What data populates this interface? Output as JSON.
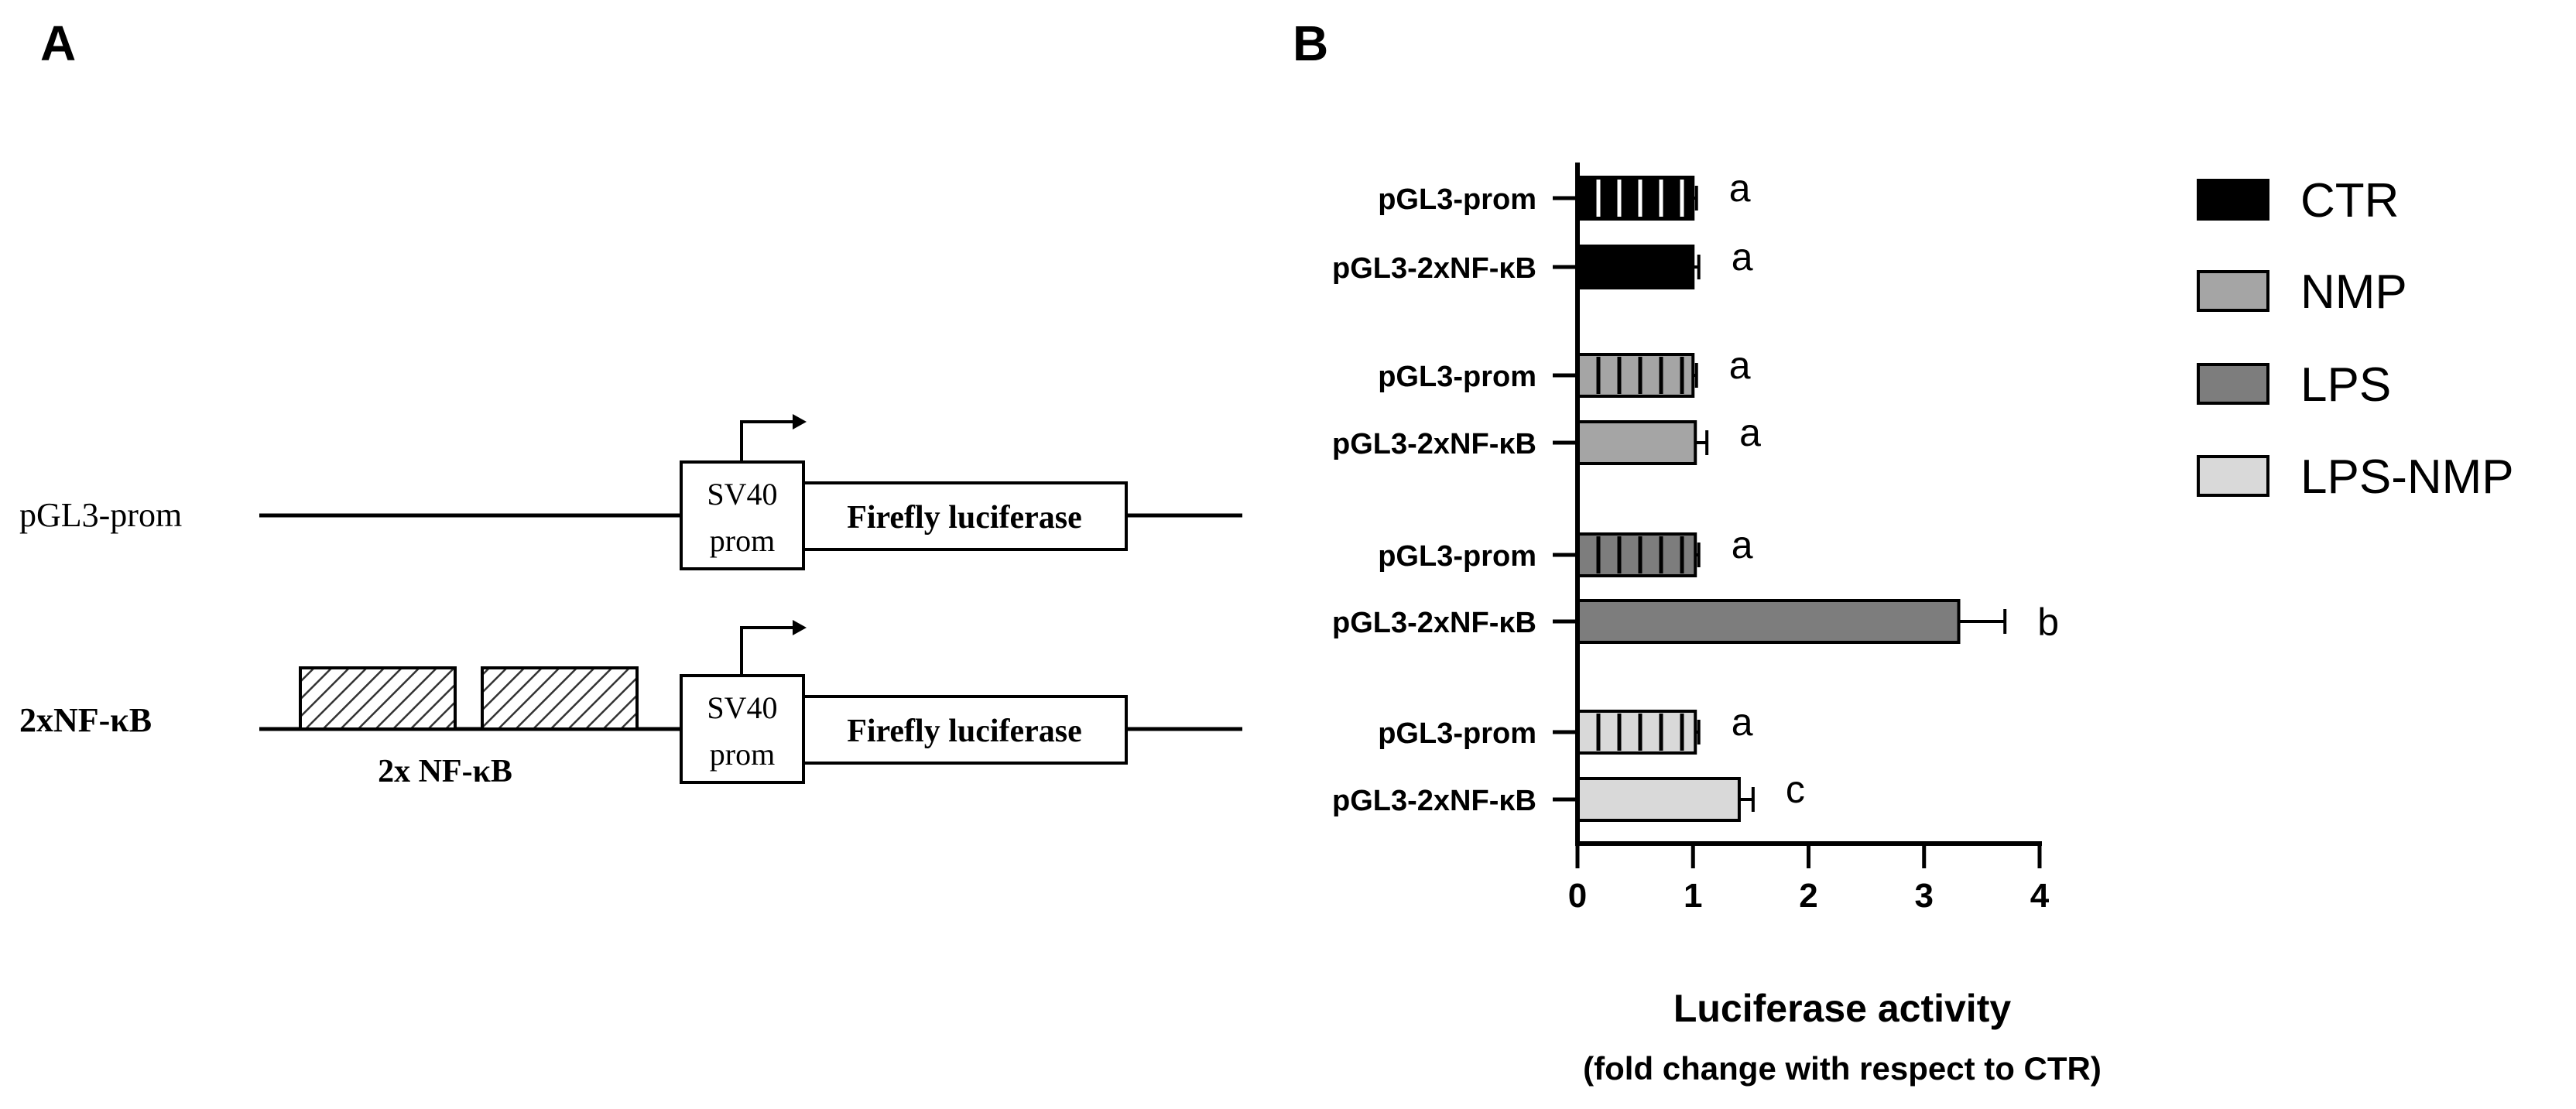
{
  "panel_a": {
    "letter": "A",
    "constructs": [
      {
        "label": "pGL3-prom",
        "promoter_line1": "SV40",
        "promoter_line2": "prom",
        "gene": "Firefly luciferase"
      },
      {
        "label": "2xNF-κB",
        "promoter_line1": "SV40",
        "promoter_line2": "prom",
        "gene": "Firefly luciferase",
        "element_label": "2x NF-κB"
      }
    ]
  },
  "panel_b": {
    "letter": "B"
  },
  "chart_data": {
    "type": "bar",
    "orientation": "horizontal",
    "xlabel": "Luciferase activity",
    "xlabel_sub": "(fold change with respect to CTR)",
    "xlim": [
      0,
      4
    ],
    "xticks": [
      "0",
      "1",
      "2",
      "3",
      "4"
    ],
    "legend_position": "right",
    "series": [
      {
        "name": "CTR",
        "color": "#000000",
        "text_color": "#ffffff"
      },
      {
        "name": "NMP",
        "color": "#a5a5a5",
        "text_color": "#000000"
      },
      {
        "name": "LPS",
        "color": "#7d7d7d",
        "text_color": "#000000"
      },
      {
        "name": "LPS-NMP",
        "color": "#d9d9d9",
        "text_color": "#000000"
      }
    ],
    "bars": [
      {
        "label": "pGL3-prom",
        "series": "CTR",
        "value": 1.0,
        "error": 0.03,
        "striped": true,
        "sig": "a"
      },
      {
        "label": "pGL3-2xNF-κB",
        "series": "CTR",
        "value": 1.0,
        "error": 0.05,
        "striped": false,
        "sig": "a"
      },
      {
        "label": "pGL3-prom",
        "series": "NMP",
        "value": 1.0,
        "error": 0.03,
        "striped": true,
        "sig": "a"
      },
      {
        "label": "pGL3-2xNF-κB",
        "series": "NMP",
        "value": 1.02,
        "error": 0.1,
        "striped": false,
        "sig": "a"
      },
      {
        "label": "pGL3-prom",
        "series": "LPS",
        "value": 1.02,
        "error": 0.03,
        "striped": true,
        "sig": "a"
      },
      {
        "label": "pGL3-2xNF-κB",
        "series": "LPS",
        "value": 3.3,
        "error": 0.4,
        "striped": false,
        "sig": "b"
      },
      {
        "label": "pGL3-prom",
        "series": "LPS-NMP",
        "value": 1.02,
        "error": 0.03,
        "striped": true,
        "sig": "a"
      },
      {
        "label": "pGL3-2xNF-κB",
        "series": "LPS-NMP",
        "value": 1.4,
        "error": 0.12,
        "striped": false,
        "sig": "c"
      }
    ]
  }
}
